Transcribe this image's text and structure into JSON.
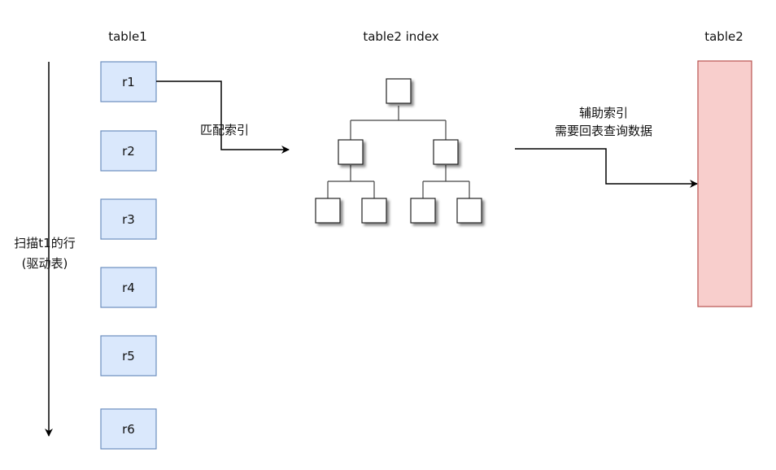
{
  "colors": {
    "row_fill": "#dae8fc",
    "row_stroke": "#6c8ebf",
    "table2_fill": "#f8cecc",
    "table2_stroke": "#b85450",
    "line": "#000000",
    "node_fill": "#ffffff",
    "node_stroke": "#222222"
  },
  "table1": {
    "title": "table1",
    "rows": [
      {
        "label": "r1"
      },
      {
        "label": "r2"
      },
      {
        "label": "r3"
      },
      {
        "label": "r4"
      },
      {
        "label": "r5"
      },
      {
        "label": "r6"
      }
    ]
  },
  "index": {
    "title": "table2 index"
  },
  "table2": {
    "title": "table2"
  },
  "labels": {
    "match_index": "匹配索引",
    "secondary_index_line1": "辅助索引",
    "secondary_index_line2": "需要回表查询数据",
    "scan_line1": "扫描t1的行",
    "scan_line2": "(驱动表)"
  }
}
